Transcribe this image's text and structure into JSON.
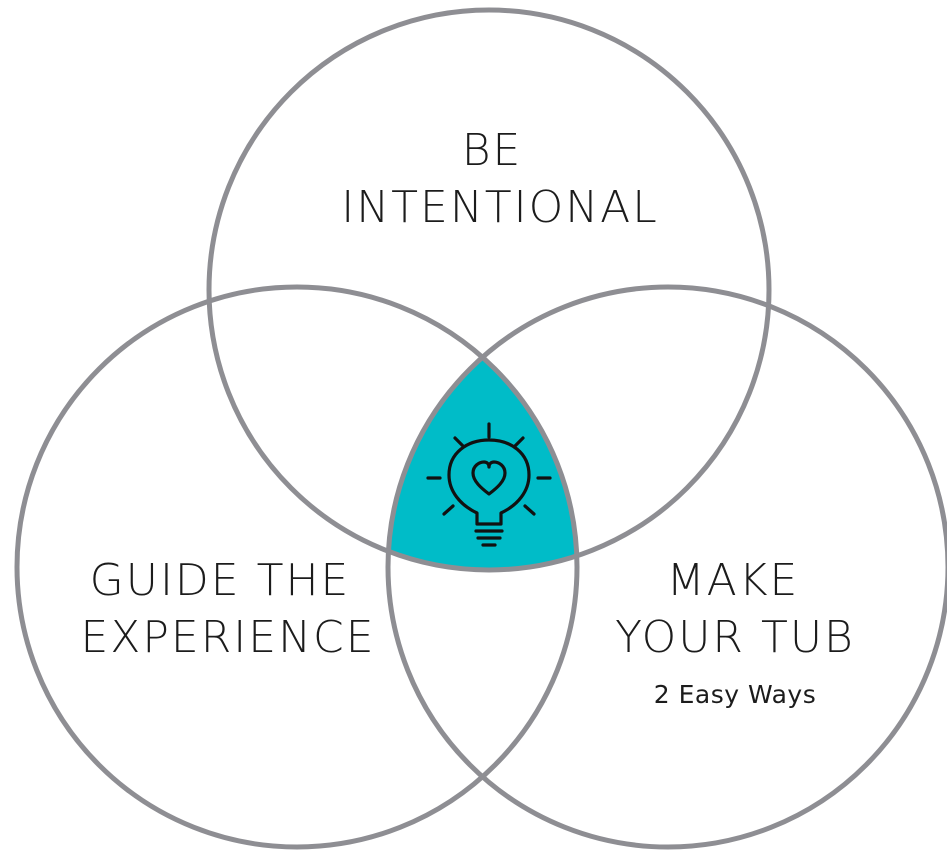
{
  "colors": {
    "circle_stroke": "#8e8e93",
    "center_fill": "#00bcc8",
    "icon_stroke": "#111111"
  },
  "circles": [
    {
      "id": "top",
      "label_lines": [
        "BE",
        "INTENTIONAL"
      ],
      "sub_label": ""
    },
    {
      "id": "left",
      "label_lines": [
        "GUIDE THE",
        "EXPERIENCE"
      ],
      "sub_label": ""
    },
    {
      "id": "right",
      "label_lines": [
        "MAKE",
        "YOUR TUB"
      ],
      "sub_label": "2 Easy Ways"
    }
  ],
  "center": {
    "icon": "lightbulb-heart-icon"
  }
}
